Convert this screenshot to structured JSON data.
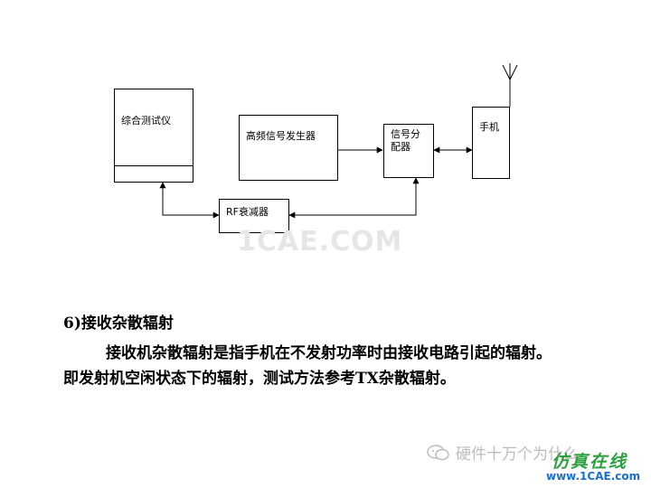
{
  "diagram": {
    "boxes": {
      "tester": "综合测试仪",
      "signal_generator": "高频信号发生器",
      "splitter": "信号分\n配器",
      "phone": "手机",
      "attenuator": "RF衰减器"
    }
  },
  "watermark": "1CAE.COM",
  "section": {
    "heading": "6)接收杂散辐射",
    "body_line1": "接收机杂散辐射是指手机在不发射功率时由接收电路引起的辐射。",
    "body_line2": "即发射机空闲状态下的辐射，测试方法参考TX杂散辐射。"
  },
  "footer": {
    "wechat_account": "硬件十万个为什么",
    "brand_name": "仿真在线",
    "brand_url": "www.1CAE.com"
  },
  "colors": {
    "text": "#000000",
    "watermark": "#e6e6e6",
    "brand_green": "#2f9e3f",
    "brand_blue": "#1e6fbf"
  }
}
